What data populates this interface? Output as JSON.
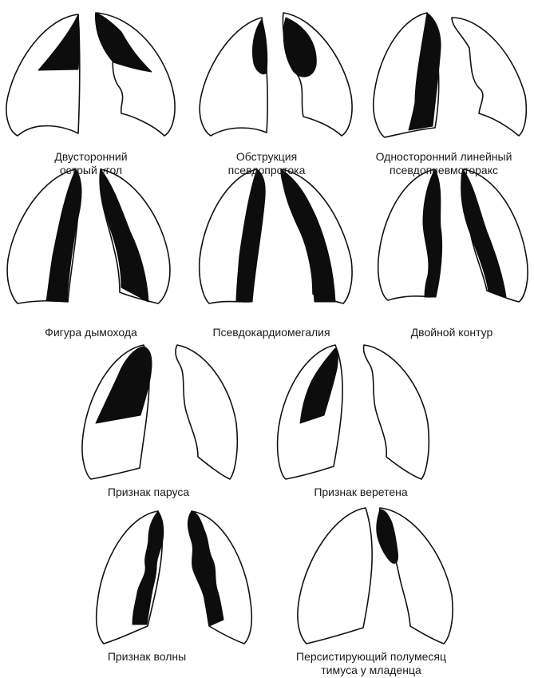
{
  "captions": {
    "c1": [
      "Двусторонний",
      "острый угол"
    ],
    "c2": [
      "Обструкция",
      "псевдопротока"
    ],
    "c3": [
      "Односторонний линейный",
      "псевдопневмоторакс"
    ],
    "c4": [
      "Фигура дымохода"
    ],
    "c5": [
      "Псевдокардиомегалия"
    ],
    "c6": [
      "Двойной контур"
    ],
    "c7": [
      "Признак паруса"
    ],
    "c8": [
      "Признак веретена"
    ],
    "c9": [
      "Признак волны"
    ],
    "c10": [
      "Персистирующий полумесяц",
      "тимуса у младенца"
    ]
  },
  "colors": {
    "outline": "#111111",
    "shading": "#0d0d0d",
    "background": "#ffffff"
  }
}
